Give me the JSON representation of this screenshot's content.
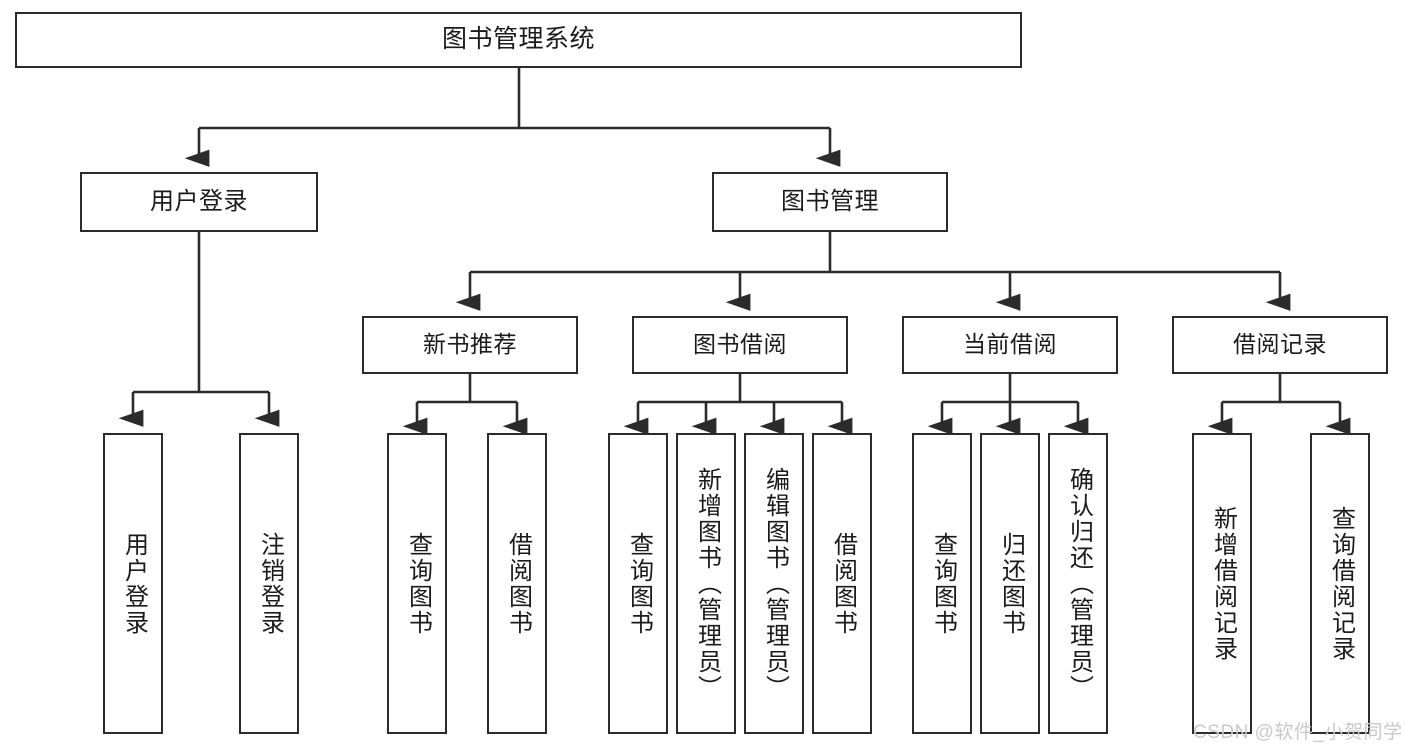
{
  "diagram": {
    "title": "图书管理系统",
    "type": "tree-hierarchy-chart",
    "orientation": "top-down",
    "colors": {
      "box_border": "#2b2b2b",
      "box_fill": "#ffffff",
      "connector": "#2b2b2b",
      "text": "#1b1b1b",
      "watermark": "#c9c9c9",
      "background": "#ffffff"
    },
    "nodes": {
      "root": {
        "label": "图书管理系统"
      },
      "level1": [
        {
          "label": "用户登录"
        },
        {
          "label": "图书管理"
        }
      ],
      "level2": [
        {
          "label": "新书推荐"
        },
        {
          "label": "图书借阅"
        },
        {
          "label": "当前借阅"
        },
        {
          "label": "借阅记录"
        }
      ],
      "leaves": {
        "user_login": [
          {
            "label": "用户登录"
          },
          {
            "label": "注销登录"
          }
        ],
        "new_book_recommend": [
          {
            "label": "查询图书"
          },
          {
            "label": "借阅图书"
          }
        ],
        "book_borrow": [
          {
            "label": "查询图书"
          },
          {
            "label": "新增图书（管理员）"
          },
          {
            "label": "编辑图书（管理员）"
          },
          {
            "label": "借阅图书"
          }
        ],
        "current_borrow": [
          {
            "label": "查询图书"
          },
          {
            "label": "归还图书"
          },
          {
            "label": "确认归还（管理员）"
          }
        ],
        "borrow_record": [
          {
            "label": "新增借阅记录"
          },
          {
            "label": "查询借阅记录"
          }
        ]
      }
    },
    "watermark": "CSDN @软件_小贺同学"
  }
}
